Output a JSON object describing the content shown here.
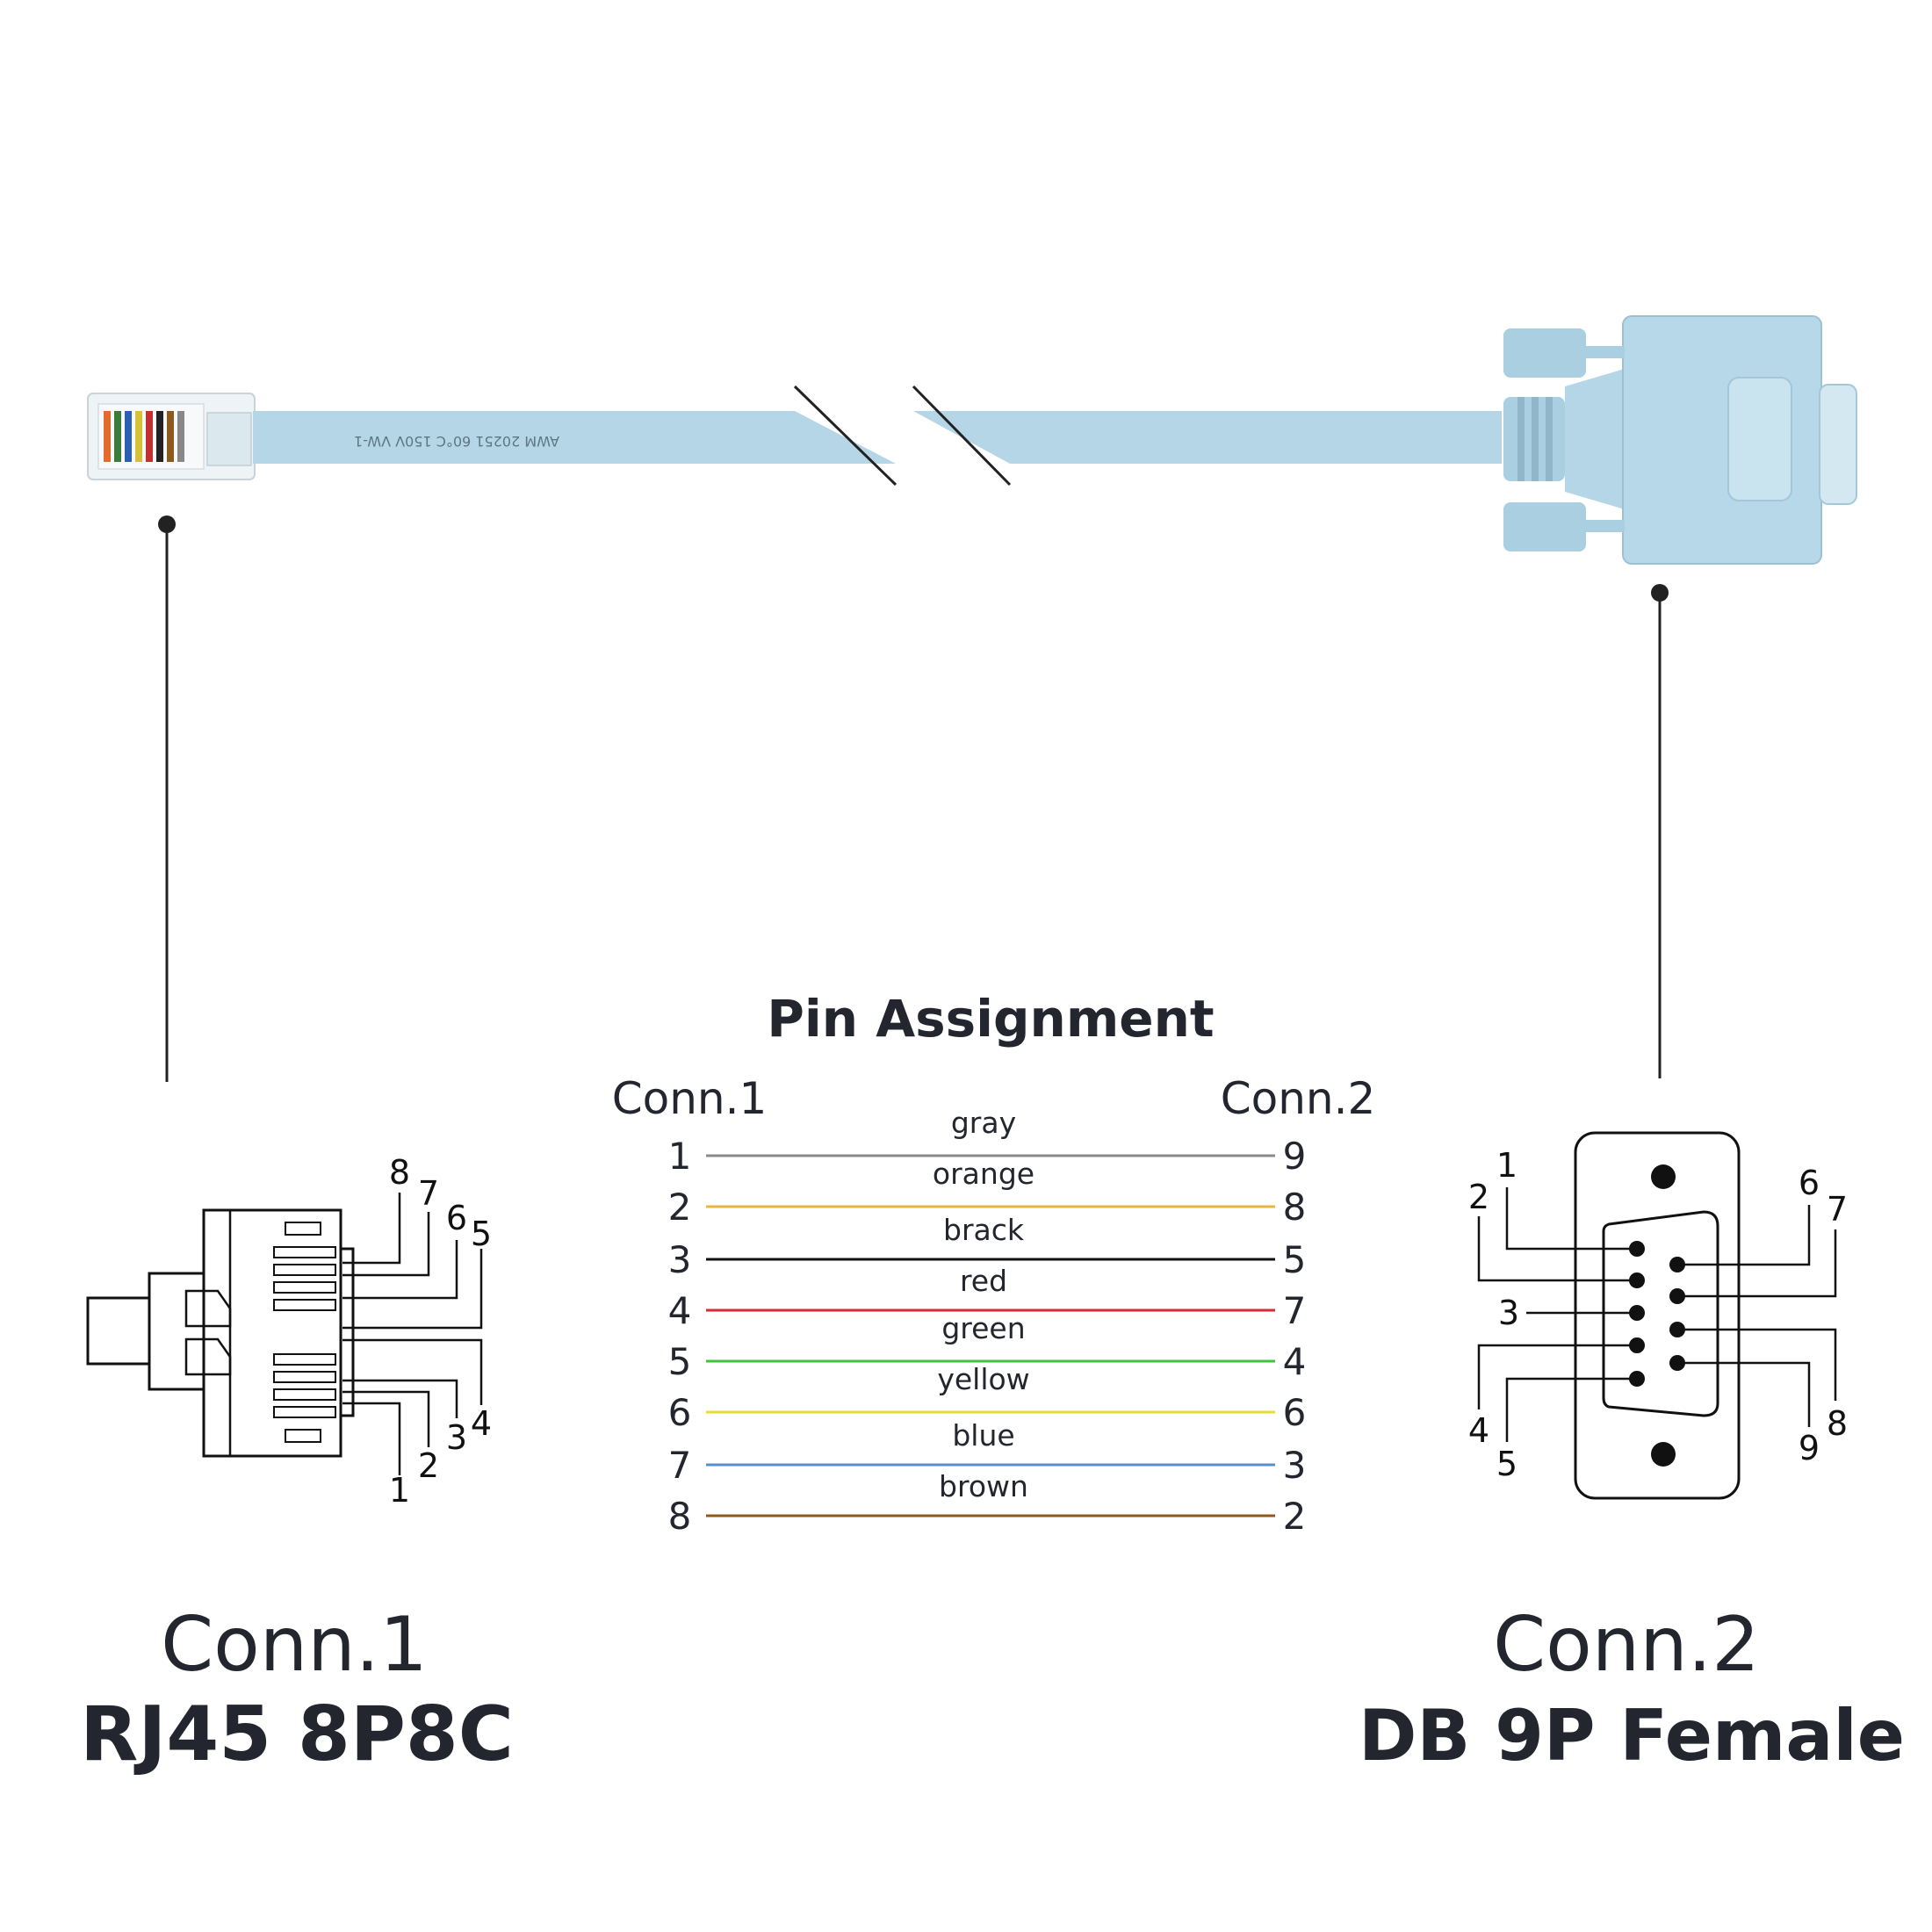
{
  "cable": {
    "print": "AWM  20251    60°C   150V   VW-1"
  },
  "pin_assignment": {
    "title": "Pin Assignment",
    "left_header": "Conn.1",
    "right_header": "Conn.2",
    "wires": [
      {
        "from": "1",
        "to": "9",
        "color_name": "gray",
        "color": "#8a8a8a"
      },
      {
        "from": "2",
        "to": "8",
        "color_name": "orange",
        "color": "#e8b53c"
      },
      {
        "from": "3",
        "to": "5",
        "color_name": "brack",
        "color": "#111111"
      },
      {
        "from": "4",
        "to": "7",
        "color_name": "red",
        "color": "#d42a3a"
      },
      {
        "from": "5",
        "to": "4",
        "color_name": "green",
        "color": "#3cc43c"
      },
      {
        "from": "6",
        "to": "6",
        "color_name": "yellow",
        "color": "#e8dc34"
      },
      {
        "from": "7",
        "to": "3",
        "color_name": "blue",
        "color": "#5a8ed0"
      },
      {
        "from": "8",
        "to": "2",
        "color_name": "brown",
        "color": "#8b5a1c"
      }
    ]
  },
  "conn1": {
    "name": "Conn.1",
    "type": "RJ45 8P8C",
    "pin_labels": [
      "1",
      "2",
      "3",
      "4",
      "5",
      "6",
      "7",
      "8"
    ]
  },
  "conn2": {
    "name": "Conn.2",
    "type": "DB 9P Female",
    "pin_labels": [
      "1",
      "2",
      "3",
      "4",
      "5",
      "6",
      "7",
      "8",
      "9"
    ]
  }
}
